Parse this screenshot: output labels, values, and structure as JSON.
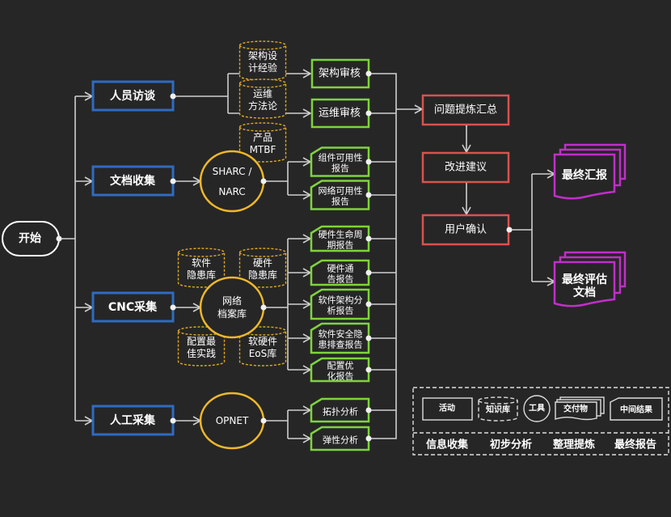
{
  "start": {
    "label": "开始"
  },
  "activities": [
    {
      "label": "人员访谈"
    },
    {
      "label": "文档收集"
    },
    {
      "label": "CNC采集"
    },
    {
      "label": "人工采集"
    }
  ],
  "knowledge_bases": [
    {
      "line1": "架构设",
      "line2": "计经验"
    },
    {
      "line1": "运维",
      "line2": "方法论"
    },
    {
      "line1": "产品",
      "line2": "MTBF"
    },
    {
      "line1": "软件",
      "line2": "隐患库"
    },
    {
      "line1": "硬件",
      "line2": "隐患库"
    },
    {
      "line1": "配置最",
      "line2": "佳实践"
    },
    {
      "line1": "软硬件",
      "line2": "EoS库"
    }
  ],
  "tools": [
    {
      "line1": "SHARC /",
      "line2": "NARC"
    },
    {
      "line1": "网络",
      "line2": "档案库"
    },
    {
      "line1": "OPNET",
      "line2": ""
    }
  ],
  "reviews": [
    {
      "label": "架构审核"
    },
    {
      "label": "运维审核"
    }
  ],
  "intermediate_results": [
    {
      "line1": "组件可用性",
      "line2": "报告"
    },
    {
      "line1": "网络可用性",
      "line2": "报告"
    },
    {
      "line1": "硬件生命周",
      "line2": "期报告"
    },
    {
      "line1": "硬件通",
      "line2": "告报告"
    },
    {
      "line1": "软件架构分",
      "line2": "析报告"
    },
    {
      "line1": "软件安全隐",
      "line2": "患排查报告"
    },
    {
      "line1": "配置优",
      "line2": "化报告"
    },
    {
      "line1": "拓扑分析",
      "line2": ""
    },
    {
      "line1": "弹性分析",
      "line2": ""
    }
  ],
  "summary_steps": [
    {
      "label": "问题提炼汇总"
    },
    {
      "label": "改进建议"
    },
    {
      "label": "用户确认"
    }
  ],
  "deliverables": [
    {
      "line1": "最终汇报",
      "line2": ""
    },
    {
      "line1": "最终评估",
      "line2": "文档"
    }
  ],
  "legend": {
    "shapes": [
      {
        "label": "活动"
      },
      {
        "label": "知识库"
      },
      {
        "label": "工具"
      },
      {
        "label": "交付物"
      },
      {
        "label": "中间结果"
      }
    ],
    "phases": [
      "信息收集",
      "初步分析",
      "整理提炼",
      "最终报告"
    ]
  },
  "colors": {
    "background": "#262626",
    "activity": "#2f6bc2",
    "review": "#7ed43c",
    "knowledge_base": "#e0a821",
    "tool": "#efb82a",
    "summary": "#d8534e",
    "deliverable": "#c02fc9",
    "connector": "#cfcfcf"
  }
}
